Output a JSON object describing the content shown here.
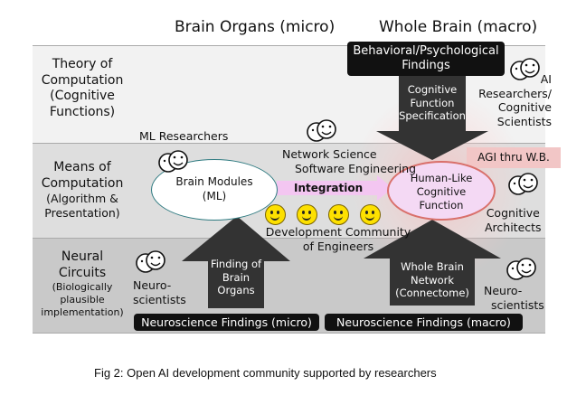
{
  "headers": {
    "micro": "Brain Organs (micro)",
    "macro": "Whole Brain (macro)"
  },
  "rows": {
    "theory": {
      "title1": "Theory of",
      "title2": "Computation",
      "sub1": "(Cognitive",
      "sub2": "Functions)"
    },
    "means": {
      "title1": "Means of",
      "title2": "Computation",
      "sub1": "(Algorithm &",
      "sub2": "Presentation)"
    },
    "neural": {
      "title1": "Neural",
      "title2": "Circuits",
      "sub1": "(Biologically",
      "sub2": "plausible",
      "sub3": "implementation)"
    }
  },
  "actors": {
    "ml_researchers": "ML Researchers",
    "ai_researchers": [
      "AI",
      "Researchers/",
      "Cognitive",
      "Scientists"
    ],
    "network_science": [
      "Network Science",
      "Software Engineering"
    ],
    "cognitive_architects": [
      "Cognitive",
      "Architects"
    ],
    "dev_community": [
      "Development Community",
      "of Engineers"
    ],
    "neuroscientists_left": [
      "Neuro-",
      "scientists"
    ],
    "neuroscientists_right": [
      "Neuro-",
      "scientists"
    ]
  },
  "nodes": {
    "behavioral": [
      "Behavioral/Psychological",
      "Findings"
    ],
    "cognitive_spec": [
      "Cognitive",
      "Function",
      "Specification"
    ],
    "brain_modules": [
      "Brain Modules",
      "(ML)"
    ],
    "integration": "Integration",
    "human_like": [
      "Human-Like",
      "Cognitive",
      "Function"
    ],
    "agi": "AGI thru W.B.",
    "finding_organs": [
      "Finding of",
      "Brain",
      "Organs"
    ],
    "whole_brain_network": [
      "Whole Brain",
      "Network",
      "(Connectome)"
    ]
  },
  "bottom_labels": {
    "micro": "Neuroscience Findings (micro)",
    "macro": "Neuroscience Findings (macro)"
  },
  "caption": "Fig 2: Open AI development community supported by researchers",
  "colors": {
    "arrow": "#333333",
    "ellipse_border": "#d9706b",
    "ellipse_fill": "#f4d9f4",
    "agi_box": "#f2c6c6",
    "integration": "#f3c6f1",
    "smiley": "#fde000"
  }
}
